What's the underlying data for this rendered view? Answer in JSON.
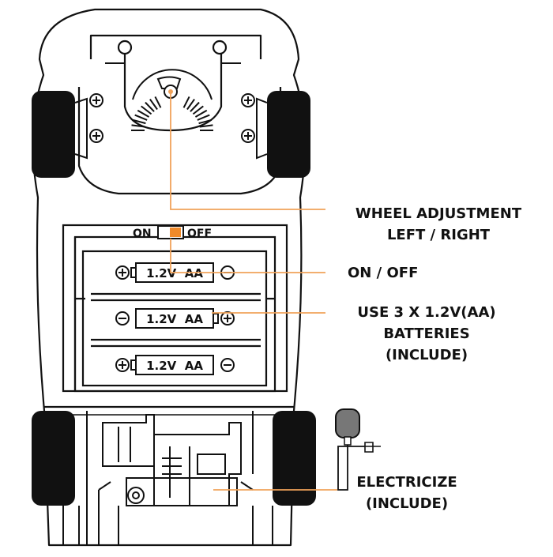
{
  "switch": {
    "on_label": "ON",
    "off_label": "OFF"
  },
  "batteries": [
    {
      "label": "1.2V  AA",
      "plus_left": true
    },
    {
      "label": "1.2V  AA",
      "plus_left": false
    },
    {
      "label": "1.2V  AA",
      "plus_left": true
    }
  ],
  "callouts": {
    "wheel": {
      "line1": "WHEEL ADJUSTMENT",
      "line2": "LEFT / RIGHT"
    },
    "onoff": {
      "line1": "ON / OFF"
    },
    "batteries": {
      "line1": "USE 3 X 1.2V(AA)",
      "line2": "BATTERIES",
      "line3": "(INCLUDE)"
    },
    "electricize": {
      "line1": "ELECTRICIZE",
      "line2": "(INCLUDE)"
    }
  },
  "colors": {
    "leader": "#f0a25a",
    "switch_slider": "#f08a2a",
    "wheel": "#111111",
    "outline": "#111111",
    "charger_body": "#777777"
  }
}
